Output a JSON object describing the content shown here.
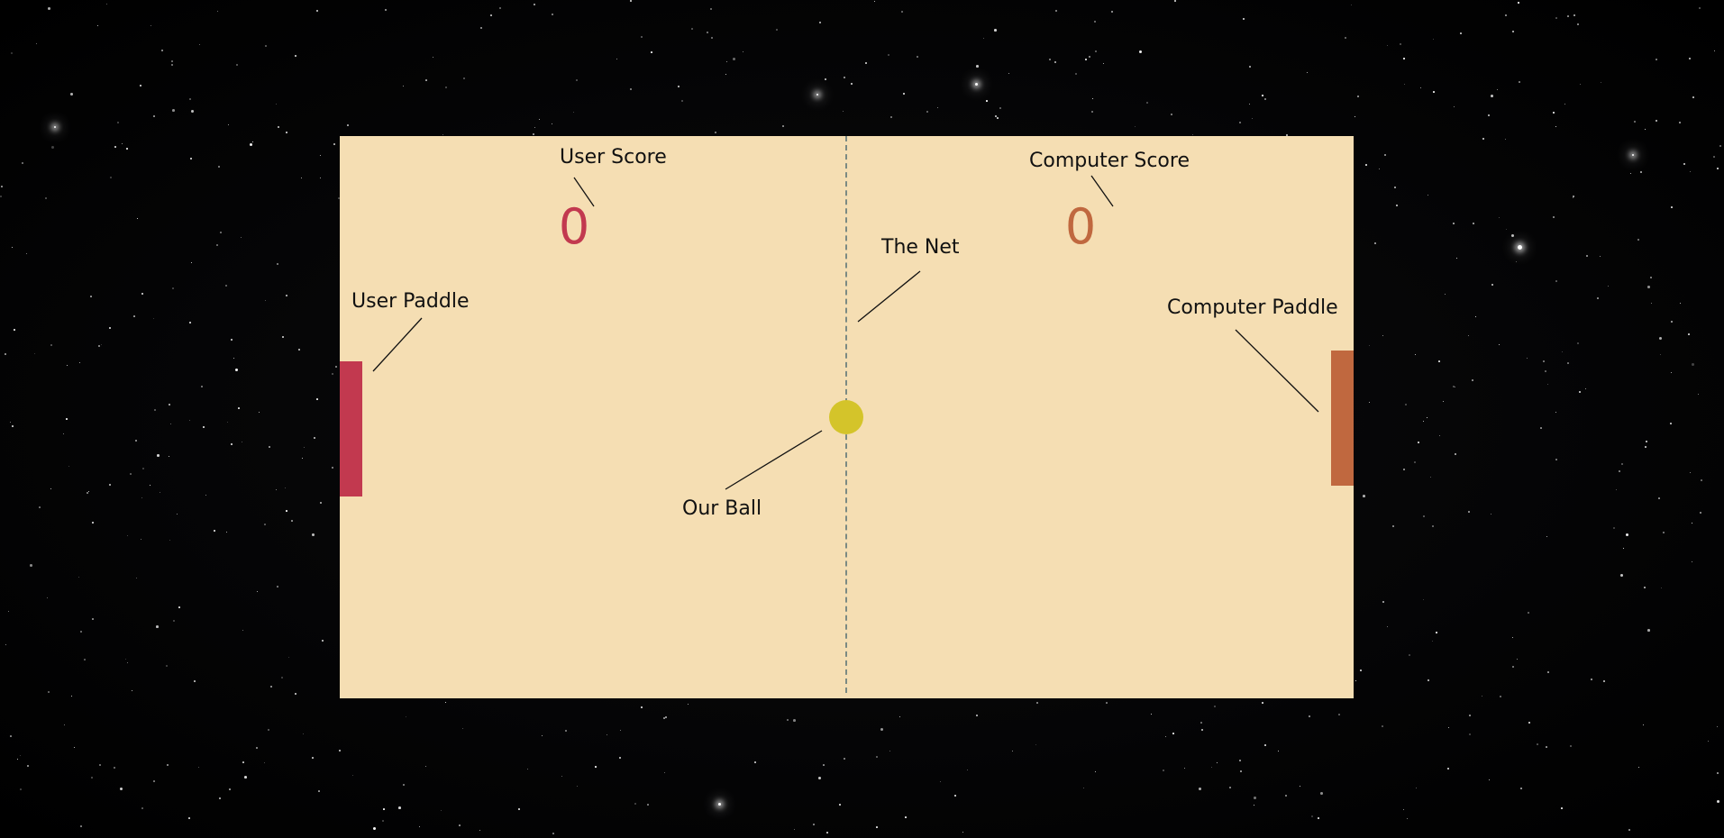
{
  "scores": {
    "user": "0",
    "computer": "0"
  },
  "annotations": {
    "user_score": "User Score",
    "computer_score": "Computer Score",
    "net": "The Net",
    "user_paddle": "User Paddle",
    "computer_paddle": "Computer Paddle",
    "ball": "Our Ball"
  },
  "colors": {
    "court": "#f5deb3",
    "net": "#7b8a83",
    "user": "#c2394f",
    "computer": "#c0683f",
    "ball": "#d4c42a",
    "background": "#000000"
  }
}
